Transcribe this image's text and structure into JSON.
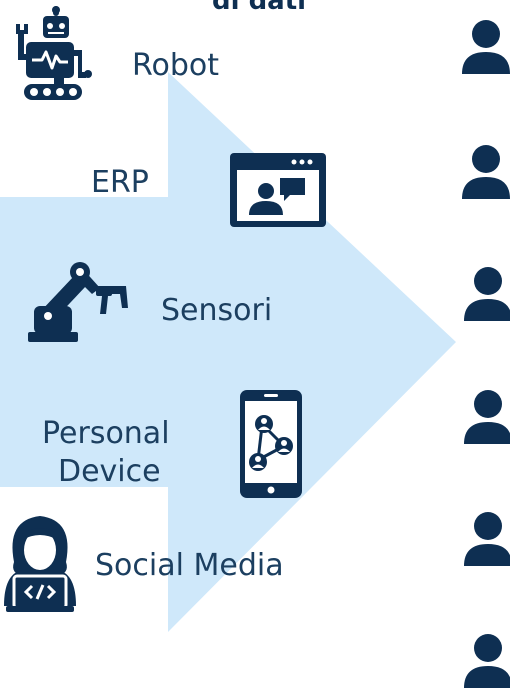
{
  "title_fragment": "di dati",
  "sources": {
    "robot": "Robot",
    "erp": "ERP",
    "sensori": "Sensori",
    "personal_device": [
      "Personal",
      "Device"
    ],
    "social_media": "Social Media"
  },
  "icons": {
    "robot": "robot-icon",
    "erp": "video-call-window-icon",
    "sensori": "robotic-arm-icon",
    "personal_device": "smartphone-network-icon",
    "social_media": "developer-laptop-icon",
    "people": "person-icon"
  },
  "colors": {
    "arrow": "#cfe8fa",
    "icon": "#0e2f52",
    "text": "#1c3f60"
  }
}
